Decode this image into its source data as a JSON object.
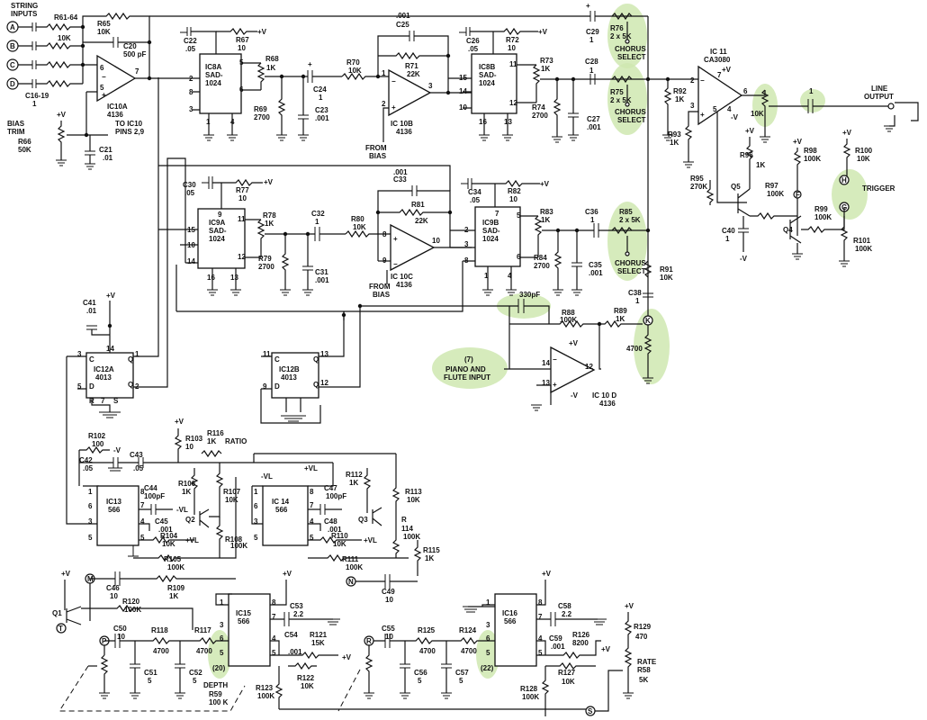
{
  "inputs": {
    "header": "STRING",
    "header2": "INPUTS",
    "a": "A",
    "b": "B",
    "c": "C",
    "d": "D"
  },
  "labels": {
    "r61": "R61-64",
    "r61v": "10K",
    "r65": "R65",
    "r65v": "10K",
    "c20": "C20",
    "c20v": "500 pF",
    "c16": "C16-19",
    "c16v": "1",
    "ic10a": "IC10A",
    "ic10av": "4136",
    "biastrim1": "BIAS",
    "biastrim2": "TRIM",
    "r66": "R66",
    "r66v": "50K",
    "toic10": "TO IC10",
    "toic10b": "PINS 2,9",
    "c21": "C21",
    "c21v": ".01",
    "c22": "C22",
    "c22v": ".05",
    "r67": "R67",
    "r67v": "10",
    "vplus": "+V",
    "ic8a": "IC8A",
    "sad": "SAD-",
    "sadv": "1024",
    "r68": "R68",
    "r68v": "1K",
    "r69": "R69",
    "r69v": "2700",
    "c24": "C24",
    "c24v": "1",
    "r70": "R70",
    "r70v": "10K",
    "c23": "C23",
    "c23v": ".001",
    "c25": "C25",
    "c25v": ".001",
    "r71": "R71",
    "r71v": "22K",
    "ic10b": "IC 10B",
    "ic10bv": "4136",
    "frombias": "FROM",
    "frombias2": "BIAS",
    "c26": "C26",
    "c26v": ".05",
    "r72": "R72",
    "r72v": "10",
    "ic8b": "IC8B",
    "r73": "R73",
    "r73v": "1K",
    "r74": "R74",
    "r74v": "2700",
    "c27": "C27",
    "c27v": ".001",
    "c29": "C29",
    "c29v": "1",
    "c28": "C28",
    "c28v": "1",
    "r76": "R76",
    "r76v": "2 x 5K",
    "chorus": "CHORUS",
    "select": "SELECT",
    "r75": "R75",
    "r75v": "2 x 5K",
    "r92": "R92",
    "r92v": "1K",
    "r93": "R93",
    "r93v": "1K",
    "ic11": "IC 11",
    "ic11v": "CA3080",
    "r10k": "10K",
    "c1": "1",
    "lineout": "LINE",
    "lineout2": "OUTPUT",
    "vminus": "-V",
    "r96": "R96",
    "r96v": "1K",
    "r98": "R98",
    "r98v": "100K",
    "r100": "R100",
    "r100v": "10K",
    "trigger": "TRIGGER",
    "r95": "R95",
    "r95v": "270K",
    "q5": "Q5",
    "r97": "R97",
    "r97v": "100K",
    "c40": "C40",
    "c40v": "1",
    "q4": "Q4",
    "r99": "R99",
    "r99v": "100K",
    "r101": "R101",
    "r101v": "100K",
    "c30": "C30",
    "c30v": ".05",
    "r77": "R77",
    "r77v": "10",
    "ic9a": "IC9A",
    "r78": "R78",
    "r78v": "1K",
    "r79": "R79",
    "r79v": "2700",
    "c32": "C32",
    "c32v": "1",
    "r80": "R80",
    "r80v": "10K",
    "c31": "C31",
    "c31v": ".001",
    "c33": "C33",
    "c33v": ".001",
    "r81": "R81",
    "r81v": "22K",
    "ic10c": "IC 10C",
    "ic10cv": "4136",
    "c34": "C34",
    "c34v": ".05",
    "r82": "R82",
    "r82v": "10",
    "ic9b": "IC9B",
    "r83": "R83",
    "r83v": "1K",
    "r84": "R84",
    "r84v": "2700",
    "c35": "C35",
    "c35v": ".001",
    "c36": "C36",
    "c36v": "1",
    "r85": "R85",
    "r85v": "2 x 5K",
    "r91": "R91",
    "r91v": "10K",
    "c38": "C38",
    "c38v": "1",
    "c330": "330pF",
    "r88": "R88",
    "r88v": "100K",
    "r89": "R89",
    "r89v": "1K",
    "r4700": "4700",
    "piano7": "(7)",
    "piano1": "PIANO AND",
    "piano2": "FLUTE INPUT",
    "ic10d": "IC 10 D",
    "ic10dv": "4136",
    "c41": "C41",
    "c41v": ".01",
    "ic12a": "IC12A",
    "ic12av": "4013",
    "ic12b": "IC12B",
    "ic12bv": "4013",
    "r102": "R102",
    "r102v": "100",
    "r103": "R103",
    "r103v": "10",
    "r116": "R116",
    "r116v": "1K",
    "ratio": "RATIO",
    "c42": "C42",
    "c42v": ".05",
    "c43": "C43",
    "c43v": ".05",
    "vl": "+VL",
    "mvl": "-VL",
    "r106": "R106",
    "r106v": "1K",
    "c44": "C44",
    "c44v": "100pF",
    "r107": "R107",
    "r107v": "10K",
    "ic13": "IC13",
    "ic13v": "566",
    "c45": "C45",
    "c45v": ".001",
    "q2": "Q2",
    "r104": "R104",
    "r104v": "10K",
    "r105": "R105",
    "r105v": "100K",
    "r108": "R108",
    "r108v": "100K",
    "ic14": "IC 14",
    "ic14v": "566",
    "c47": "C47",
    "c47v": "100pF",
    "q3": "Q3",
    "c48": "C48",
    "c48v": ".001",
    "r110": "R110",
    "r110v": "10K",
    "r111": "R111",
    "r111v": "100K",
    "r112": "R112",
    "r112v": "1K",
    "r113": "R113",
    "r113v": "10K",
    "r114": "R",
    "r114b": "114",
    "r114v": "100K",
    "r115": "R115",
    "r115v": "1K",
    "c46": "C46",
    "c46v": "10",
    "r109": "R109",
    "r109v": "1K",
    "m": "M",
    "n": "N",
    "c49": "C49",
    "c49v": "10",
    "q1": "Q1",
    "t": "T",
    "r120": "R120",
    "r120v": "100K",
    "c50": "C50",
    "c50v": "10",
    "p": "P",
    "r118": "R118",
    "r118v": "4700",
    "r117": "R117",
    "r117v": "4700",
    "c51": "C51",
    "c51v": "5",
    "c52": "C52",
    "c52v": "5",
    "n20": "(20)",
    "ic15": "IC15",
    "ic15v": "566",
    "c53": "C53",
    "c53v": "2.2",
    "c54": "C54",
    "c54v": ".001",
    "r121": "R121",
    "r121v": "15K",
    "r122": "R122",
    "r122v": "10K",
    "r123": "R123",
    "r123v": "100K",
    "depth": "DEPTH",
    "r59": "R59",
    "r59v": "100 K",
    "c55": "C55",
    "c55v": "10",
    "r": "R",
    "r125": "R125",
    "r125v": "4700",
    "r124": "R124",
    "r124v": "4700",
    "c56": "C56",
    "c56v": "5",
    "c57": "C57",
    "c57v": "5",
    "n22": "(22)",
    "ic16": "IC16",
    "ic16v": "566",
    "c58": "C58",
    "c58v": "2.2",
    "c59": "C59",
    "c59v": ".001",
    "r126": "R126",
    "r126v": "8200",
    "r127": "R127",
    "r127v": "10K",
    "r128": "R128",
    "r128v": "100K",
    "r129": "R129",
    "r129v": "470",
    "rate": "RATE",
    "r58": "R58",
    "r58v": "5K",
    "s": "S",
    "h": "H",
    "g": "G",
    "k": "K"
  },
  "highlight_color": "#cfe8b0"
}
